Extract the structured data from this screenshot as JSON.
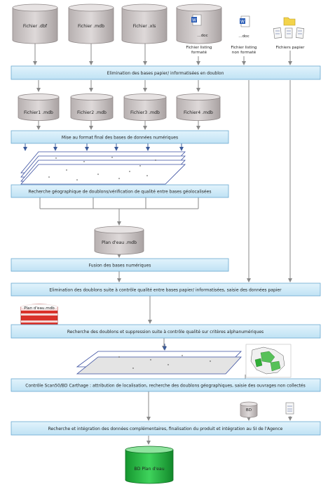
{
  "sources": {
    "dbf": "Fichier .dbf",
    "mdb": "Fichier .mdb",
    "xls": "Fichier .xls",
    "doc1_ext": "...doc",
    "doc1_label": [
      "Fichier listing",
      "formaté"
    ],
    "doc2_ext": "...doc",
    "doc2_label": [
      "Fichier listing",
      "non formaté"
    ],
    "paper_label": "Fichiers papier"
  },
  "steps": {
    "s1": "Elimination des bases papier/ informatisées en doublon",
    "s2": "Mise au format final des bases de données numériques",
    "s3": "Recherche géographique de doublons/vérification de qualité entre bases géolocalisées",
    "s4": "Fusion des bases numériques",
    "s5": "Elimination des doublons suite à contrôle qualité entre bases papier/ informatisées, saisie des données papier",
    "s6": "Recherche des doublons et suppression suite à contrôle qualité sur critères alphanumériques",
    "s7": "Contrôle Scan50/BD Carthage : attribution de localisation, recherche des doublons géographiques, saisie des ouvrages non collectés",
    "s8": "Recherche et intégration des données complémentaires, finalisation du produit et intégration au SI de l'Agence"
  },
  "intermediate": {
    "f1": "Fichier1 .mdb",
    "f2": "Fichier2 .mdb",
    "f3": "Fichier3 .mdb",
    "f4": "Fichier4 .mdb",
    "plan_mdb": "Plan d'eau .mdb",
    "plan_stack": "Plan d'eau.mdb",
    "bd_small": "BD",
    "bd_final": "BD Plan d'eau"
  },
  "colors": {
    "bar_fill": "#cfe9f7",
    "bar_stroke": "#6aa9d0",
    "cyl_gray": "#c9c3c3",
    "cyl_green": "#1db23a",
    "stack_red": "#d9322a",
    "arrow": "#8a8a8a",
    "arrow_blue": "#3a5a9a",
    "folder_yellow": "#f3d34a",
    "word_blue": "#2a5cb5"
  }
}
